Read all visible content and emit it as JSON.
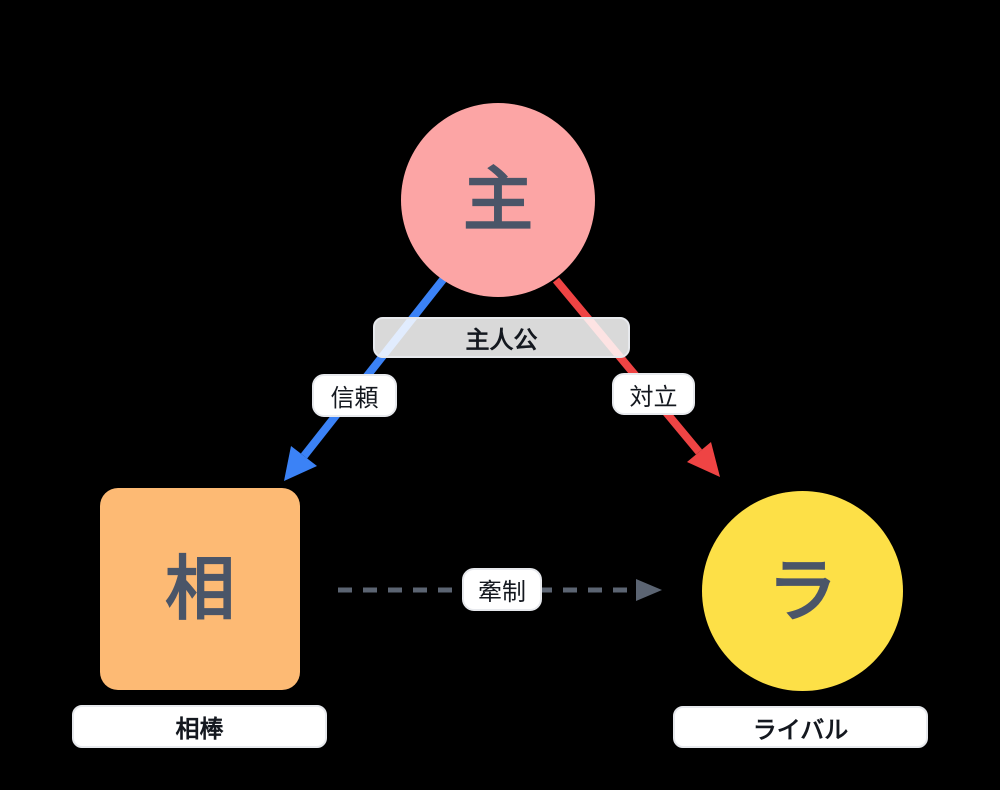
{
  "diagram": {
    "background_color": "#000000",
    "char_color": "#4A5568",
    "label_text_color": "#14181F",
    "nodes": [
      {
        "id": "protagonist",
        "char": "主",
        "label": "主人公",
        "shape": "circle",
        "fill": "#FCA5A5"
      },
      {
        "id": "partner",
        "char": "相",
        "label": "相棒",
        "shape": "rounded-square",
        "fill": "#FDBA74"
      },
      {
        "id": "rival",
        "char": "ラ",
        "label": "ライバル",
        "shape": "circle",
        "fill": "#FDE047"
      }
    ],
    "edges": [
      {
        "id": "trust",
        "label": "信頼",
        "from": "protagonist",
        "to": "partner",
        "color": "#3B82F6",
        "style": "solid"
      },
      {
        "id": "conflict",
        "label": "対立",
        "from": "protagonist",
        "to": "rival",
        "color": "#EF4444",
        "style": "solid"
      },
      {
        "id": "restraint",
        "label": "牽制",
        "from": "partner",
        "to": "rival",
        "color": "#5B6472",
        "style": "dashed"
      }
    ]
  }
}
